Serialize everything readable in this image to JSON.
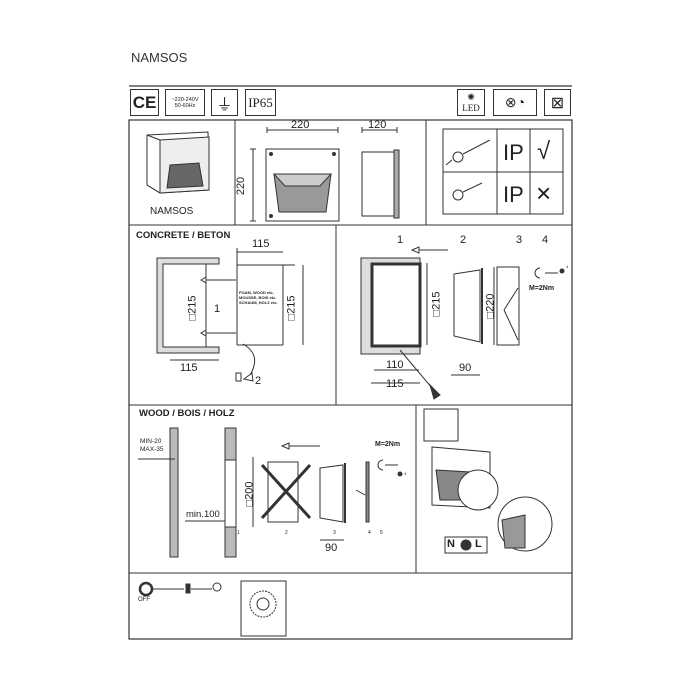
{
  "title": "NAMSOS",
  "icons_row": {
    "ce": "CE",
    "voltage": "~220-240V",
    "frequency": "50-60Hz",
    "ip_rating": "IP65",
    "led": "LED"
  },
  "product": {
    "name": "NAMSOS",
    "width": "220",
    "height": "220",
    "depth": "120"
  },
  "ip_table": {
    "row1_label": "IP",
    "row1_mark": "√",
    "row2_label": "IP",
    "row2_mark": "×"
  },
  "concrete": {
    "heading": "CONCRETE / BETON",
    "top_dim": "115",
    "bottom_dim": "115",
    "hole_dim": "□215",
    "block_dim": "□215",
    "step1": "1",
    "step2": "2",
    "fill_lines": [
      "FOAM, WOOD etc.",
      "MOUSSE, BOIS etc.",
      "SCHAUM, HOLZ etc."
    ]
  },
  "concrete_install": {
    "steps": [
      "1",
      "2",
      "3",
      "4"
    ],
    "dim_215": "□215",
    "dim_220": "□220",
    "dim_110": "110",
    "dim_115": "115",
    "dim_90": "90",
    "torque": "M=2Nm",
    "screw_label": "4"
  },
  "wood": {
    "heading": "WOOD / BOIS / HOLZ",
    "min": "MIN-20",
    "max": "MAX-35",
    "min_depth": "min.100",
    "hole_dim": "□200",
    "dim_90": "90",
    "torque": "M=2Nm",
    "screw_label": "4",
    "steps": [
      "1",
      "2",
      "3",
      "4",
      "5"
    ]
  },
  "wiring": {
    "neutral": "N",
    "live": "L"
  },
  "power": {
    "off_label": "OFF"
  }
}
